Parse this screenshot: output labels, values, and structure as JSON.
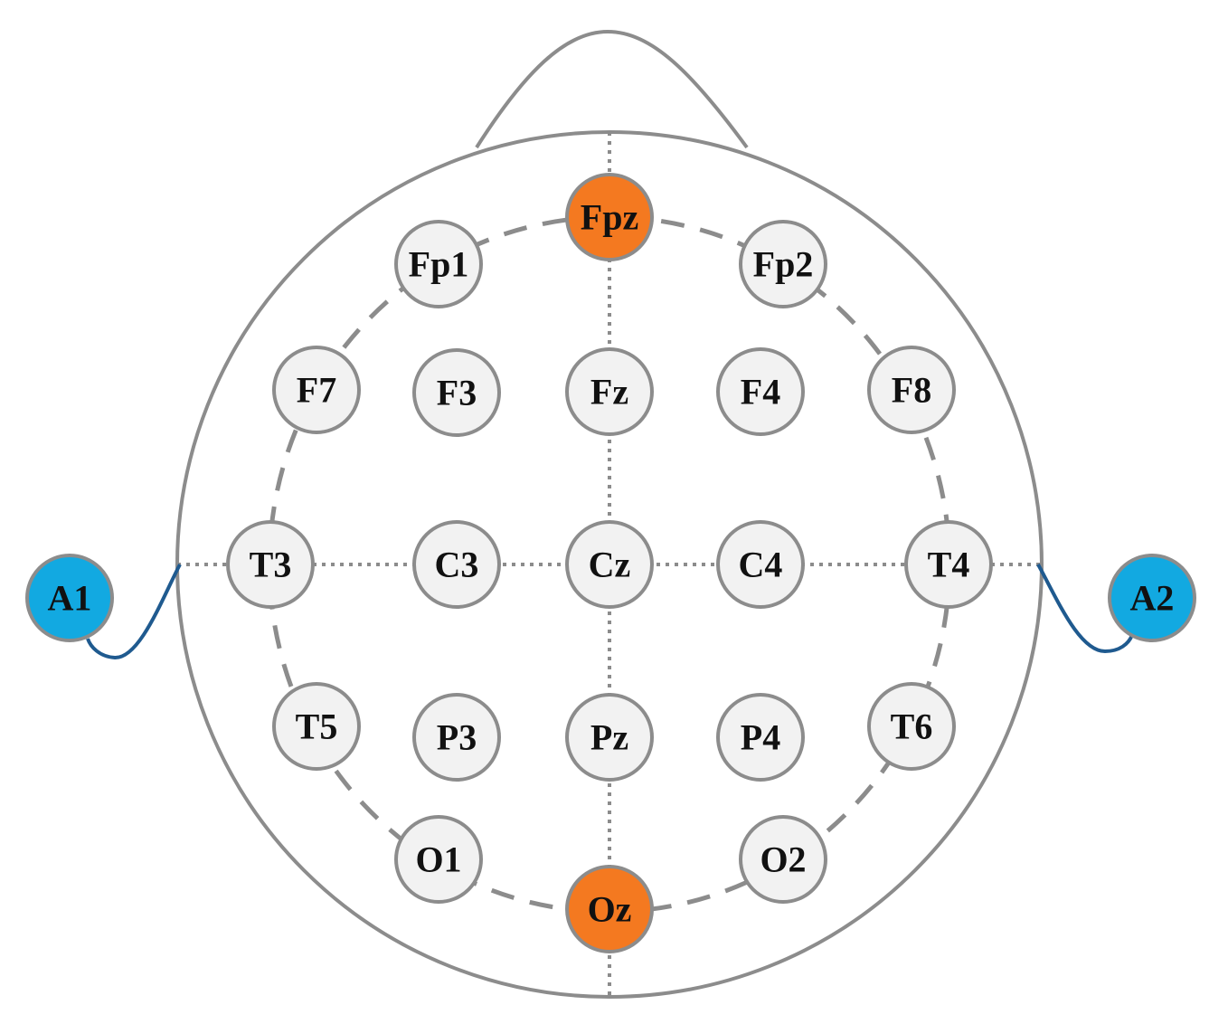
{
  "diagram": {
    "colors": {
      "outline": "#8c8c8c",
      "electrode_fill": "#f2f2f2",
      "highlight_fill": "#f47920",
      "reference_fill": "#12a9e1",
      "reference_wire": "#1f5a8f"
    },
    "electrodes": {
      "Fpz": {
        "label": "Fpz",
        "kind": "highlight"
      },
      "Fp1": {
        "label": "Fp1",
        "kind": "normal"
      },
      "Fp2": {
        "label": "Fp2",
        "kind": "normal"
      },
      "F7": {
        "label": "F7",
        "kind": "normal"
      },
      "F3": {
        "label": "F3",
        "kind": "normal"
      },
      "Fz": {
        "label": "Fz",
        "kind": "normal"
      },
      "F4": {
        "label": "F4",
        "kind": "normal"
      },
      "F8": {
        "label": "F8",
        "kind": "normal"
      },
      "T3": {
        "label": "T3",
        "kind": "normal"
      },
      "C3": {
        "label": "C3",
        "kind": "normal"
      },
      "Cz": {
        "label": "Cz",
        "kind": "normal"
      },
      "C4": {
        "label": "C4",
        "kind": "normal"
      },
      "T4": {
        "label": "T4",
        "kind": "normal"
      },
      "T5": {
        "label": "T5",
        "kind": "normal"
      },
      "P3": {
        "label": "P3",
        "kind": "normal"
      },
      "Pz": {
        "label": "Pz",
        "kind": "normal"
      },
      "P4": {
        "label": "P4",
        "kind": "normal"
      },
      "T6": {
        "label": "T6",
        "kind": "normal"
      },
      "O1": {
        "label": "O1",
        "kind": "normal"
      },
      "Oz": {
        "label": "Oz",
        "kind": "highlight"
      },
      "O2": {
        "label": "O2",
        "kind": "normal"
      },
      "A1": {
        "label": "A1",
        "kind": "reference"
      },
      "A2": {
        "label": "A2",
        "kind": "reference"
      }
    }
  }
}
